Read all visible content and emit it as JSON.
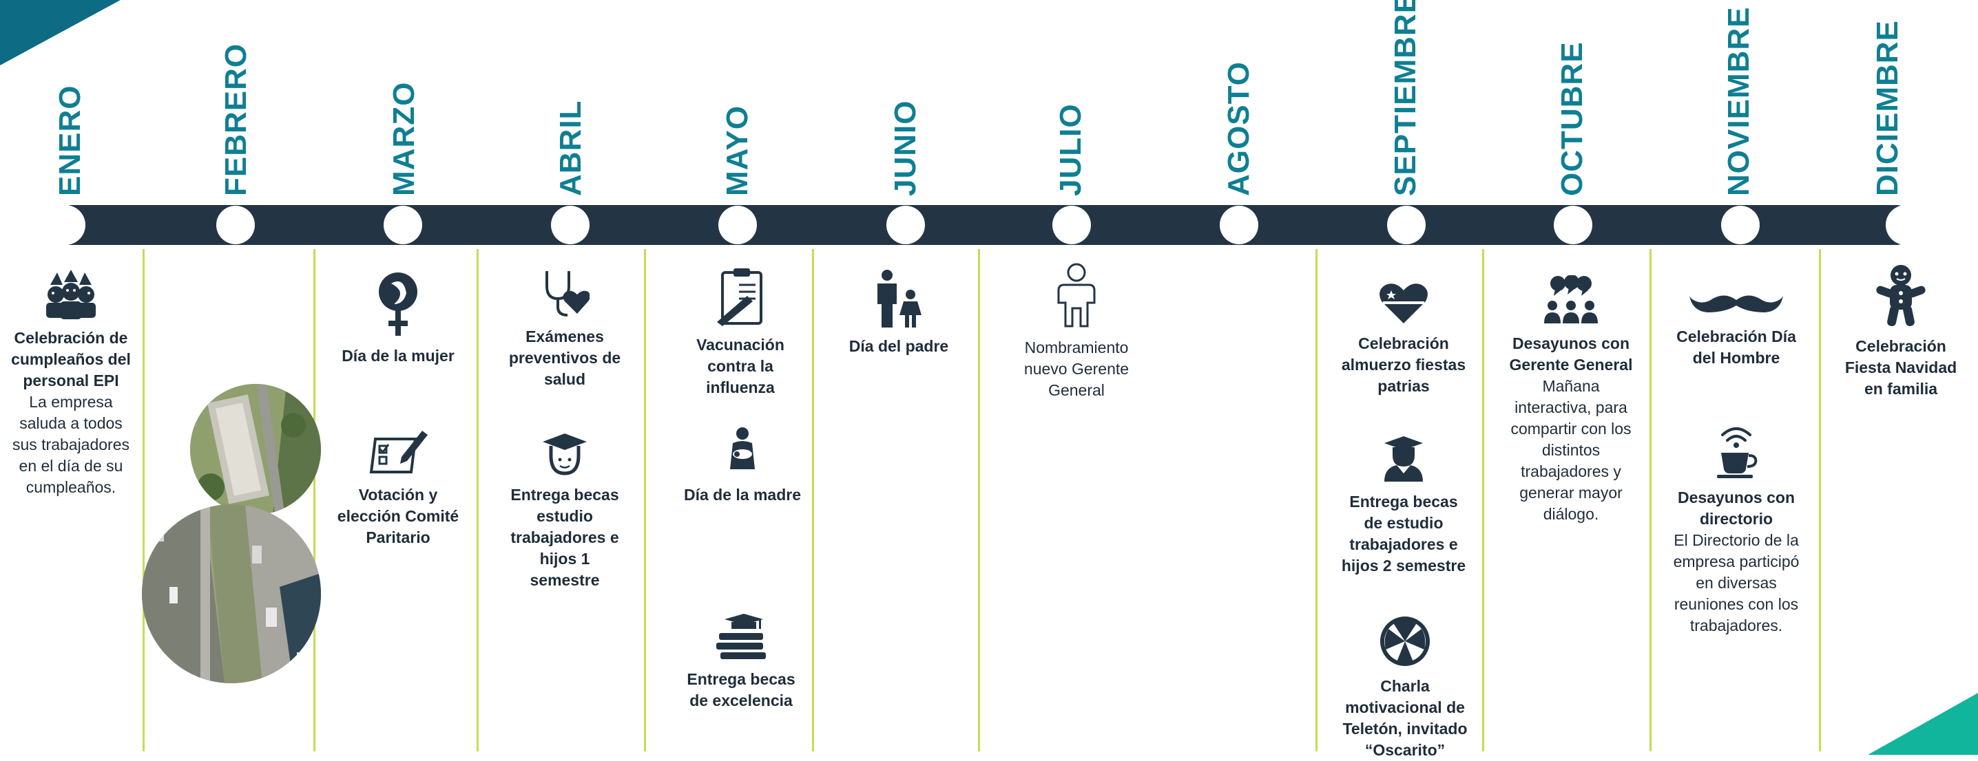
{
  "months": [
    "ENERO",
    "FEBRERO",
    "MARZO",
    "ABRIL",
    "MAYO",
    "JUNIO",
    "JULIO",
    "AGOSTO",
    "SEPTIEMBRE",
    "OCTUBRE",
    "NOVIEMBRE",
    "DICIEMBRE"
  ],
  "colors": {
    "month": "#0e7f93",
    "band": "#233544",
    "separator": "#c6dc52",
    "corner_top": "#0d6b84",
    "corner_bottom": "#11b59c"
  },
  "events": {
    "enero": {
      "title": "Celebración de cumpleaños del personal EPI",
      "desc": "La empresa saluda a todos sus trabajadores en el día de su cumpleaños.",
      "icon": "party-hats-icon"
    },
    "marzo_1": {
      "title": "Día de la mujer",
      "icon": "female-symbol-icon"
    },
    "marzo_2": {
      "title": "Votación y elección Comité Paritario",
      "icon": "ballot-pencil-icon"
    },
    "abril_1": {
      "title": "Exámenes preventivos de salud",
      "icon": "stethoscope-heart-icon"
    },
    "abril_2": {
      "title": "Entrega becas estudio trabajadores e hijos 1 semestre",
      "icon": "graduate-icon"
    },
    "mayo_1": {
      "title": "Vacunación contra la influenza",
      "icon": "vaccine-clipboard-icon"
    },
    "mayo_2": {
      "title": "Día de la madre",
      "icon": "mother-baby-icon"
    },
    "mayo_3": {
      "title": "Entrega becas de excelencia",
      "icon": "books-cap-icon"
    },
    "junio": {
      "title": "Día del padre",
      "icon": "father-child-icon"
    },
    "julio": {
      "title": "Nombramiento nuevo Gerente General",
      "icon": "person-outline-icon"
    },
    "septiembre_1": {
      "title": "Celebración almuerzo fiestas patrias",
      "icon": "chile-heart-icon"
    },
    "septiembre_2": {
      "title": "Entrega becas de estudio trabajadores e hijos 2 semestre",
      "icon": "graduate-icon"
    },
    "septiembre_3": {
      "title": "Charla motivacional de Teletón, invitado “Oscarito”",
      "icon": "teleton-logo-icon"
    },
    "octubre": {
      "title": "Desayunos con Gerente General",
      "desc": "Mañana interactiva, para compartir con los distintos trabajadores y generar mayor diálogo.",
      "icon": "people-speech-icon"
    },
    "noviembre_1": {
      "title": "Celebración Día del Hombre",
      "icon": "mustache-icon"
    },
    "noviembre_2": {
      "title": "Desayunos con directorio",
      "desc": "El Directorio de la empresa participó en diversas reuniones con los trabajadores.",
      "icon": "coffee-wifi-icon"
    },
    "diciembre": {
      "title": "Celebración Fiesta Navidad en familia",
      "icon": "gingerbread-icon"
    }
  }
}
